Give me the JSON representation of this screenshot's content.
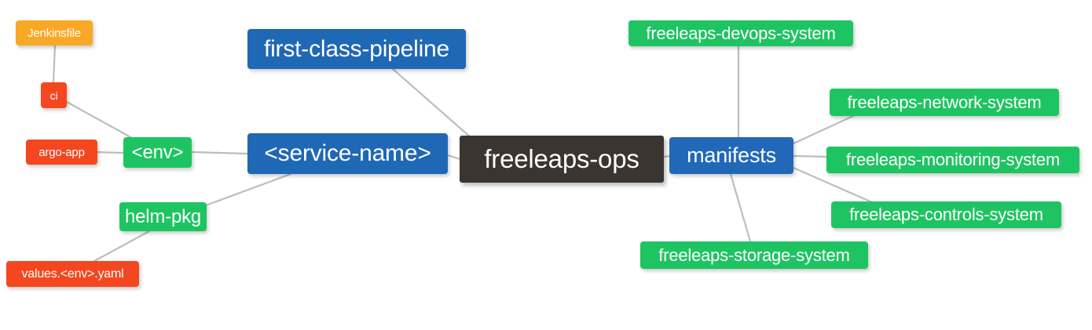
{
  "diagram": {
    "type": "mindmap",
    "title": "freeleaps-ops",
    "background": "#ffffff",
    "edge_color": "#bdbdbd",
    "palette": {
      "root_dark": "#3b3531",
      "blue": "#1f68b5",
      "green": "#1fc462",
      "orange": "#f9a825",
      "red_orange": "#f4471f"
    },
    "nodes": [
      {
        "id": "freeleaps-ops",
        "label": "freeleaps-ops",
        "color": "#3b3531",
        "level": 0
      },
      {
        "id": "service-name",
        "label": "<service-name>",
        "color": "#1f68b5",
        "level": 1
      },
      {
        "id": "first-class-pipeline",
        "label": "first-class-pipeline",
        "color": "#1f68b5",
        "level": 1
      },
      {
        "id": "manifests",
        "label": "manifests",
        "color": "#2169b8",
        "level": 1
      },
      {
        "id": "env",
        "label": "<env>",
        "color": "#1fc462",
        "level": 2
      },
      {
        "id": "helm-pkg",
        "label": "helm-pkg",
        "color": "#1fc462",
        "level": 2
      },
      {
        "id": "jenkinsfile",
        "label": "Jenkinsfile",
        "color": "#f9a825",
        "level": 3
      },
      {
        "id": "ci",
        "label": "ci",
        "color": "#f4471f",
        "level": 3
      },
      {
        "id": "argo-app",
        "label": "argo-app",
        "color": "#f4471f",
        "level": 3
      },
      {
        "id": "values-env-yaml",
        "label": "values.<env>.yaml",
        "color": "#f4471f",
        "level": 3
      },
      {
        "id": "freeleaps-devops-system",
        "label": "freeleaps-devops-system",
        "color": "#1fc462",
        "level": 2
      },
      {
        "id": "freeleaps-network-system",
        "label": "freeleaps-network-system",
        "color": "#1fc462",
        "level": 2
      },
      {
        "id": "freeleaps-monitoring-system",
        "label": "freeleaps-monitoring-system",
        "color": "#1fc462",
        "level": 2
      },
      {
        "id": "freeleaps-controls-system",
        "label": "freeleaps-controls-system",
        "color": "#1fc462",
        "level": 2
      },
      {
        "id": "freeleaps-storage-system",
        "label": "freeleaps-storage-system",
        "color": "#1fc462",
        "level": 2
      }
    ],
    "edges": [
      {
        "from": "freeleaps-ops",
        "to": "service-name"
      },
      {
        "from": "freeleaps-ops",
        "to": "first-class-pipeline"
      },
      {
        "from": "freeleaps-ops",
        "to": "manifests"
      },
      {
        "from": "service-name",
        "to": "env"
      },
      {
        "from": "service-name",
        "to": "helm-pkg"
      },
      {
        "from": "env",
        "to": "ci"
      },
      {
        "from": "env",
        "to": "argo-app"
      },
      {
        "from": "ci",
        "to": "jenkinsfile"
      },
      {
        "from": "helm-pkg",
        "to": "values-env-yaml"
      },
      {
        "from": "manifests",
        "to": "freeleaps-devops-system"
      },
      {
        "from": "manifests",
        "to": "freeleaps-network-system"
      },
      {
        "from": "manifests",
        "to": "freeleaps-monitoring-system"
      },
      {
        "from": "manifests",
        "to": "freeleaps-controls-system"
      },
      {
        "from": "manifests",
        "to": "freeleaps-storage-system"
      }
    ]
  }
}
